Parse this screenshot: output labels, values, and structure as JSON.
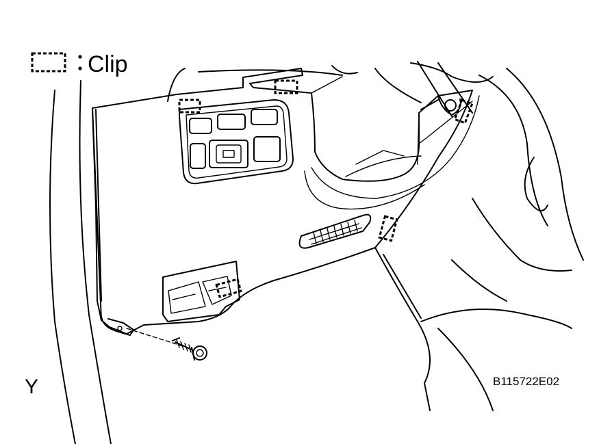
{
  "legend": {
    "symbol_name": "clip-symbol",
    "label": "Clip"
  },
  "view_label": "Y",
  "figure_id": "B115722E02",
  "colors": {
    "line": "#000000",
    "background": "#ffffff"
  }
}
